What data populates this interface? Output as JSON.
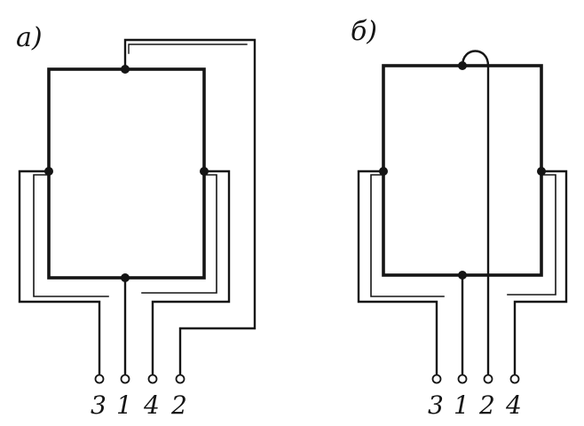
{
  "diagram": {
    "panel_a": {
      "label": "а)",
      "terminals": [
        "3",
        "1",
        "4",
        "2"
      ]
    },
    "panel_b": {
      "label": "б)",
      "terminals": [
        "3",
        "1",
        "2",
        "4"
      ]
    }
  },
  "colors": {
    "ink": "#151515",
    "background": "#ffffff"
  }
}
